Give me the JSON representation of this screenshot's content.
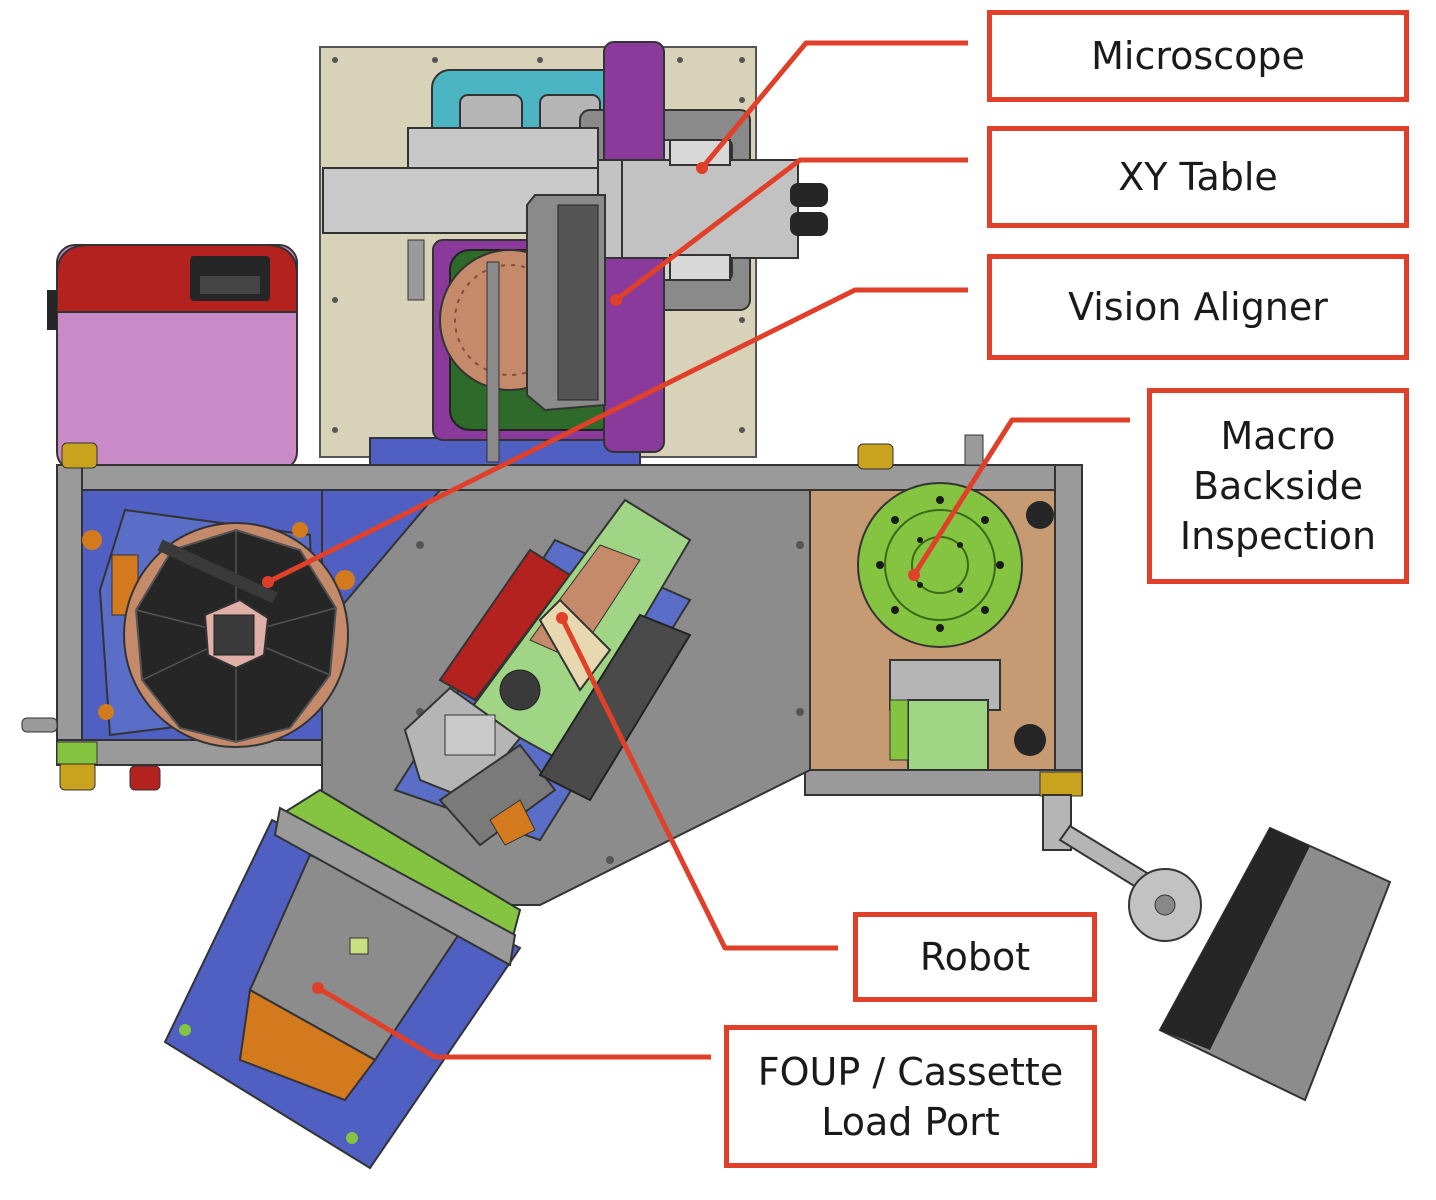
{
  "labels": {
    "microscope": "Microscope",
    "xy_table": "XY Table",
    "vision_aligner": "Vision Aligner",
    "macro_backside": [
      "Macro",
      "Backside",
      "Inspection"
    ],
    "robot": "Robot",
    "load_port": [
      "FOUP / Cassette",
      "Load Port"
    ]
  },
  "colors": {
    "callout": "#e0402a",
    "frame_gray": "#8a8a8a",
    "base_blue": "#4f5fc2",
    "tan": "#c69a72",
    "beige": "#d7d2b8",
    "purple": "#8a3a9a",
    "cyan": "#4bb5c4",
    "green": "#84c440",
    "light_green": "#9fd585",
    "red": "#b3221f",
    "pink": "#c98ac8",
    "orange": "#d47a1e",
    "black": "#262626"
  }
}
